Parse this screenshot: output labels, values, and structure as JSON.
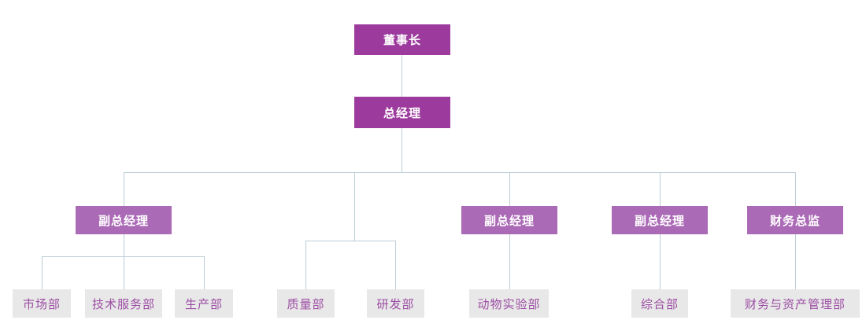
{
  "org_chart": {
    "type": "organization-chart",
    "nodes": {
      "chairman": {
        "label": "董事长",
        "level": 1
      },
      "general_manager": {
        "label": "总经理",
        "level": 2
      },
      "deputy_gm_1": {
        "label": "副总经理",
        "level": 3
      },
      "deputy_gm_2": {
        "label": "副总经理",
        "level": 3
      },
      "deputy_gm_3": {
        "label": "副总经理",
        "level": 3
      },
      "finance_director": {
        "label": "财务总监",
        "level": 3
      },
      "marketing_dept": {
        "label": "市场部",
        "level": 4
      },
      "tech_service_dept": {
        "label": "技术服务部",
        "level": 4
      },
      "production_dept": {
        "label": "生产部",
        "level": 4
      },
      "quality_dept": {
        "label": "质量部",
        "level": 4
      },
      "rd_dept": {
        "label": "研发部",
        "level": 4
      },
      "animal_lab_dept": {
        "label": "动物实验部",
        "level": 4
      },
      "general_affairs_dept": {
        "label": "综合部",
        "level": 4
      },
      "finance_asset_dept": {
        "label": "财务与资产管理部",
        "level": 4
      }
    },
    "edges": [
      [
        "chairman",
        "general_manager"
      ],
      [
        "general_manager",
        "deputy_gm_1"
      ],
      [
        "general_manager",
        "quality_dept"
      ],
      [
        "general_manager",
        "rd_dept"
      ],
      [
        "general_manager",
        "deputy_gm_2"
      ],
      [
        "general_manager",
        "deputy_gm_3"
      ],
      [
        "general_manager",
        "finance_director"
      ],
      [
        "deputy_gm_1",
        "marketing_dept"
      ],
      [
        "deputy_gm_1",
        "tech_service_dept"
      ],
      [
        "deputy_gm_1",
        "production_dept"
      ],
      [
        "deputy_gm_2",
        "animal_lab_dept"
      ],
      [
        "deputy_gm_3",
        "general_affairs_dept"
      ],
      [
        "finance_director",
        "finance_asset_dept"
      ]
    ],
    "colors": {
      "executive_fill": "#9c3a9e",
      "executive_text": "#ffffff",
      "manager_fill": "#ab6ab6",
      "dept_fill": "#e8e8e8",
      "dept_text": "#9c4da4",
      "connector": "#bccdd5"
    }
  }
}
